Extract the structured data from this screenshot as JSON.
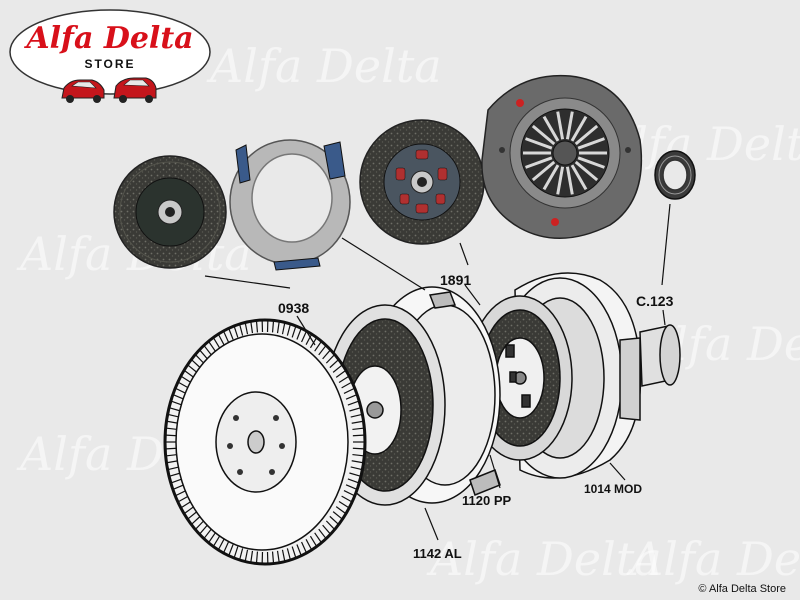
{
  "logo": {
    "brand": "Alfa Delta",
    "store": "STORE",
    "colors": {
      "brand": "#d8101a",
      "car_red": "#c4161c"
    }
  },
  "watermark": "Alfa Delta",
  "labels": {
    "disc_0938": "0938",
    "disc_1891": "1891",
    "bearing_c123": "C.123",
    "pressure_plate": "1120 PP",
    "cover_mod": "1014 MOD",
    "flywheel_al": "1142 AL"
  },
  "copyright": "© Alfa Delta Store"
}
